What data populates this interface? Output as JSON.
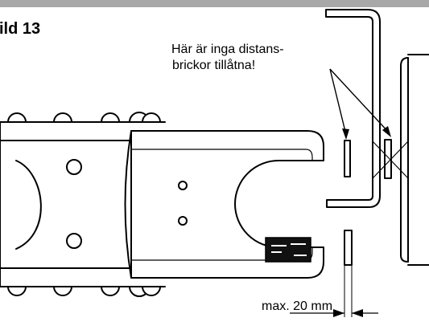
{
  "figure": {
    "title": "ild 13",
    "note_line1": "Här är inga distans-",
    "note_line2": "brickor tillåtna!",
    "dimension_label": "max. 20 mm",
    "header_bar_color": "#a8a8a8",
    "label_plate_color": "#111111"
  }
}
